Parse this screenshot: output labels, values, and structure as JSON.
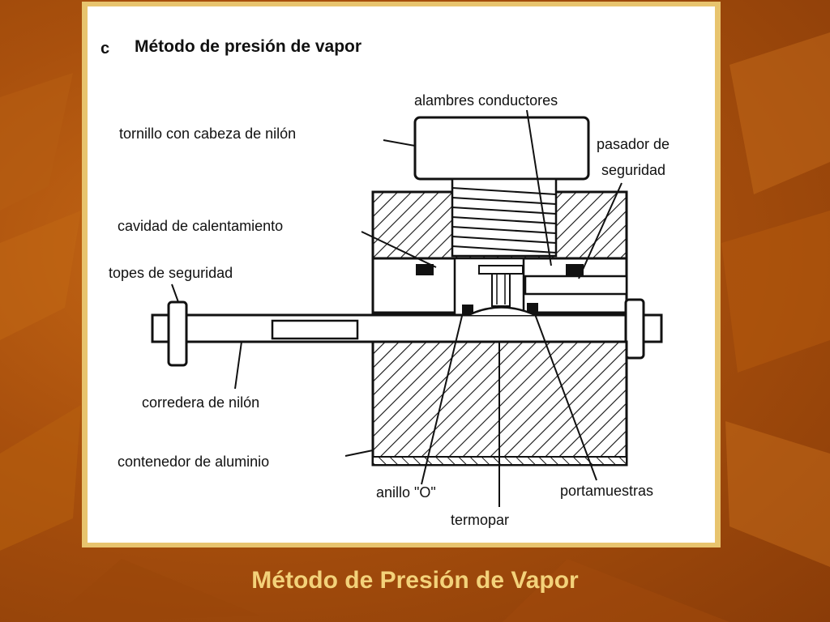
{
  "slide": {
    "title": "Método de Presión de Vapor",
    "colors": {
      "background": "#a9500d",
      "frame": "#e8c46e",
      "title": "#f3d27a"
    }
  },
  "figure": {
    "panel_letter": "c",
    "heading": "Método de presión de vapor",
    "labels": {
      "wires": "alambres conductores",
      "screw": "tornillo con cabeza de nilón",
      "pin_line1": "pasador de",
      "pin_line2": "seguridad",
      "cavity": "cavidad de calentamiento",
      "stops": "topes de seguridad",
      "slide": "corredera de nilón",
      "container": "contenedor de aluminio",
      "oring": "anillo \"O\"",
      "sample_holder": "portamuestras",
      "thermocouple": "termopar"
    }
  }
}
